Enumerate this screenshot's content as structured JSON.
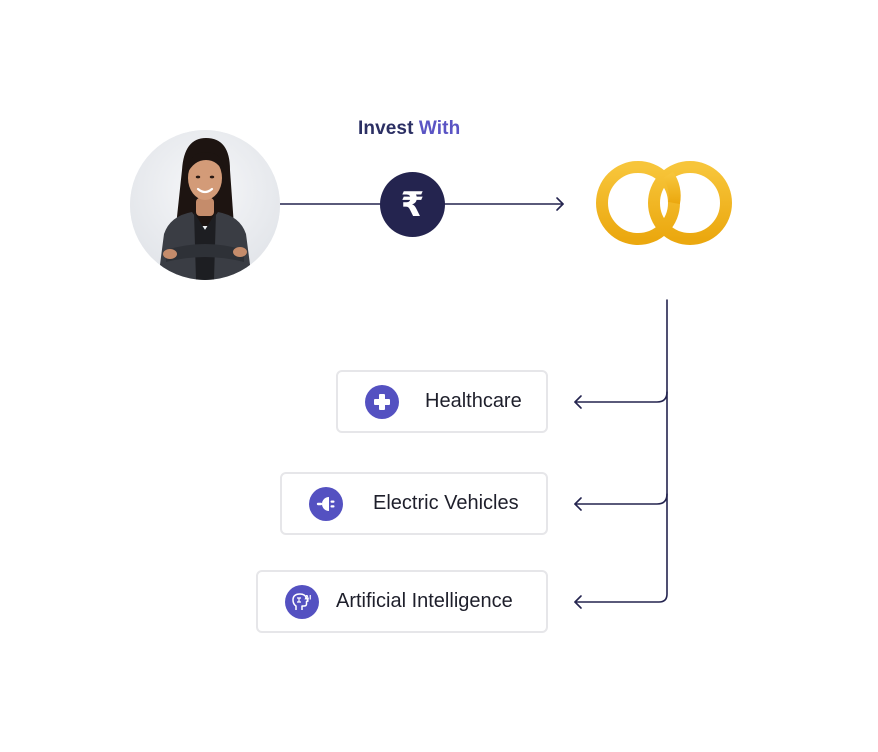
{
  "header": {
    "title_part1": "Invest",
    "title_part2": "With"
  },
  "investor": {
    "avatar_icon": "investor-photo"
  },
  "transfer": {
    "currency_symbol": "₹"
  },
  "platform": {
    "logo_icon": "gold-interlocking-rings-logo"
  },
  "sectors": [
    {
      "label": "Healthcare",
      "icon": "medical-cross-icon"
    },
    {
      "label": "Electric Vehicles",
      "icon": "ev-plug-icon"
    },
    {
      "label": "Artificial Intelligence",
      "icon": "ai-brain-icon"
    }
  ],
  "colors": {
    "navy": "#24244f",
    "accent_purple": "#5451c1",
    "gold": "#f2b21c",
    "card_border": "#e6e6e9"
  }
}
